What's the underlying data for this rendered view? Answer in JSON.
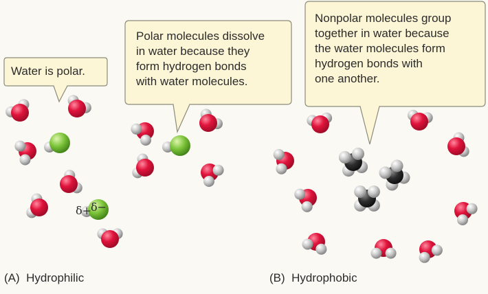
{
  "bubbles": {
    "water_polar": {
      "lines": [
        "Water is polar."
      ]
    },
    "polar_dissolve": {
      "lines": [
        "Polar molecules dissolve",
        "in water because they",
        "form hydrogen bonds",
        "with water molecules."
      ]
    },
    "nonpolar_group": {
      "lines": [
        "Nonpolar molecules group",
        "together in water because",
        "the water molecules form",
        "hydrogen bonds with",
        "one another."
      ]
    }
  },
  "panels": {
    "a": {
      "letter": "(A)",
      "title": "Hydrophilic"
    },
    "b": {
      "letter": "(B)",
      "title": "Hydrophobic"
    }
  },
  "charges": {
    "delta_plus": "δ+",
    "delta_minus": "δ−"
  },
  "colors": {
    "background": "#fbf9f4",
    "bubble_fill": "#fcf6d6",
    "bubble_stroke": "#8a8a7a",
    "oxygen": "#e0143c",
    "hydrogen": "#c8c8c8",
    "polar_solute": "#7cc43a",
    "carbon": "#2e2e2e"
  },
  "icons": {
    "water": "water-molecule-icon",
    "polar": "polar-solute-icon",
    "nonpolar": "nonpolar-molecule-icon"
  }
}
